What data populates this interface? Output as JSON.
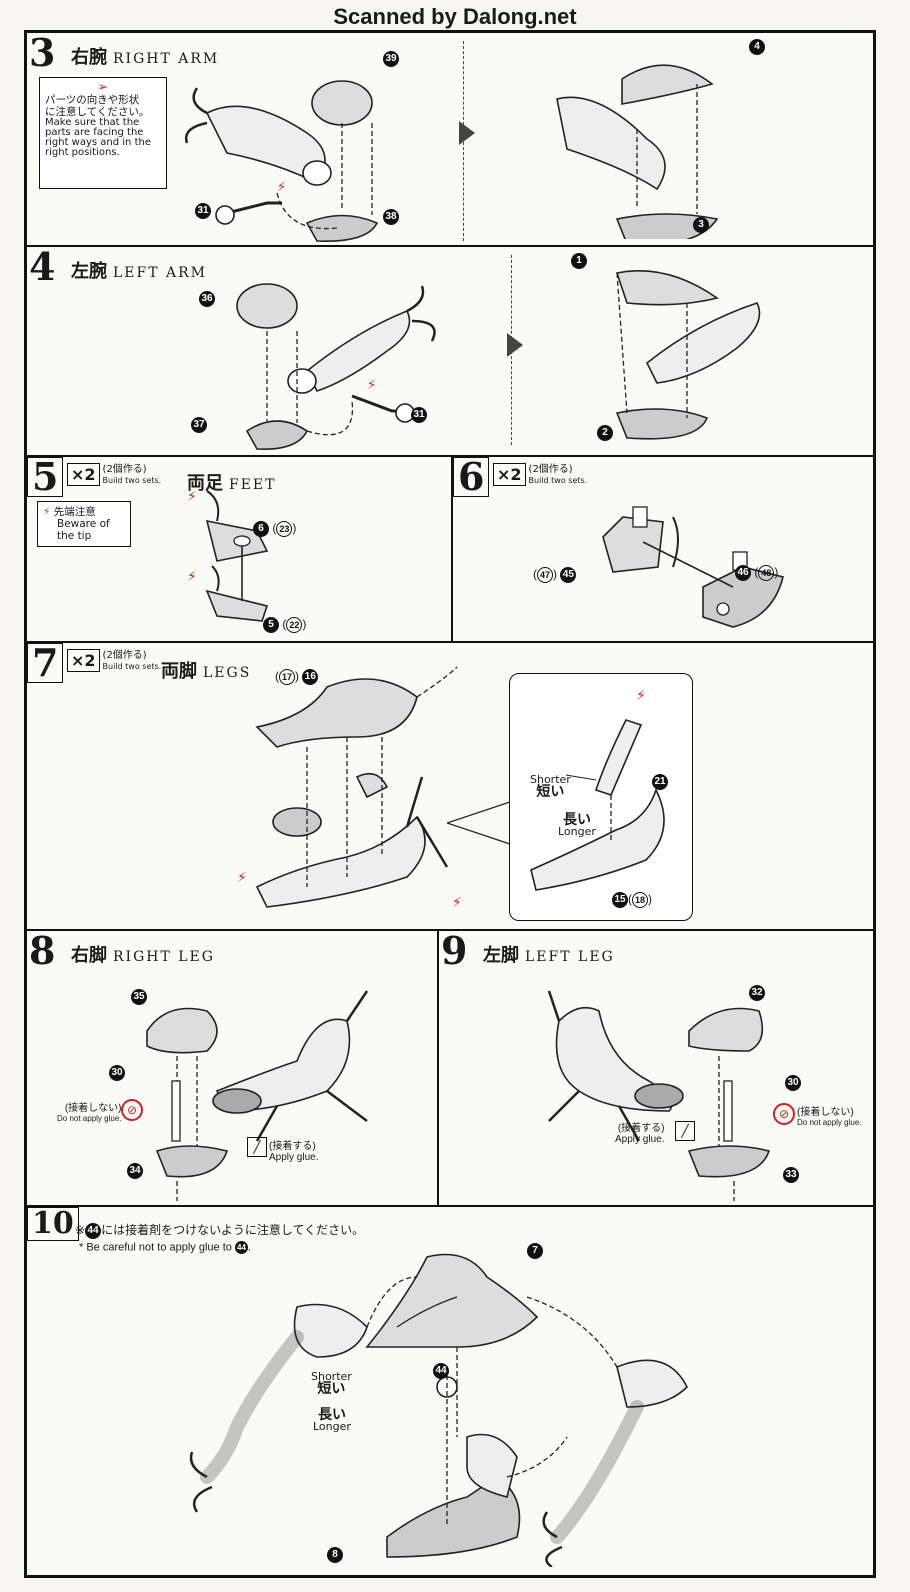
{
  "header": "Scanned by Dalong.net",
  "step3": {
    "num": "3",
    "ja": "右腕",
    "en": "RIGHT ARM",
    "note": [
      "パーツの向きや形状",
      "に注意してください。",
      "Make sure that the",
      "parts are facing the",
      "right ways and in the",
      "right positions."
    ],
    "parts": [
      "39",
      "31",
      "38",
      "4",
      "3"
    ]
  },
  "step4": {
    "num": "4",
    "ja": "左腕",
    "en": "LEFT ARM",
    "parts": [
      "36",
      "37",
      "31",
      "1",
      "2"
    ]
  },
  "step5": {
    "num": "5",
    "x2": "×2",
    "x2_ja": "(2個作る)",
    "x2_en": "Build two sets.",
    "ja": "両足",
    "en": "FEET",
    "note_ja": "先端注意",
    "note_en": [
      "Beware of",
      "the tip"
    ],
    "part_a": "6",
    "part_a_alt": "23",
    "part_b": "5",
    "part_b_alt": "22"
  },
  "step6": {
    "num": "6",
    "x2": "×2",
    "x2_ja": "(2個作る)",
    "x2_en": "Build two sets.",
    "part_a": "45",
    "part_a_alt": "47",
    "part_b": "46",
    "part_b_alt": "48"
  },
  "step7": {
    "num": "7",
    "x2": "×2",
    "x2_ja": "(2個作る)",
    "x2_en": "Build two sets.",
    "ja": "両脚",
    "en": "LEGS",
    "part_top": "16",
    "part_top_alt": "17",
    "part_21": "21",
    "part_base": "15",
    "part_base_alt": "18",
    "shorter_en": "Shorter",
    "shorter_ja": "短い",
    "longer_ja": "長い",
    "longer_en": "Longer"
  },
  "step8": {
    "num": "8",
    "ja": "右脚",
    "en": "RIGHT LEG",
    "parts": [
      "35",
      "30",
      "34"
    ],
    "noglue_ja": "(接着しない)",
    "noglue_en": "Do not apply glue.",
    "glue_ja": "(接着する)",
    "glue_en": "Apply glue."
  },
  "step9": {
    "num": "9",
    "ja": "左脚",
    "en": "LEFT LEG",
    "parts": [
      "32",
      "30",
      "33"
    ],
    "noglue_ja": "(接着しない)",
    "noglue_en": "Do not apply glue.",
    "glue_ja": "(接着する)",
    "glue_en": "Apply glue."
  },
  "step10": {
    "num": "10",
    "note_ja_pre": "※",
    "note_ja_num": "44",
    "note_ja": "には接着剤をつけないように注意してください。",
    "note_en": "* Be careful not to apply glue to",
    "note_en_num": "44",
    "note_en_end": ".",
    "parts": [
      "7",
      "44",
      "8"
    ],
    "shorter_en": "Shorter",
    "shorter_ja": "短い",
    "longer_ja": "長い",
    "longer_en": "Longer"
  }
}
